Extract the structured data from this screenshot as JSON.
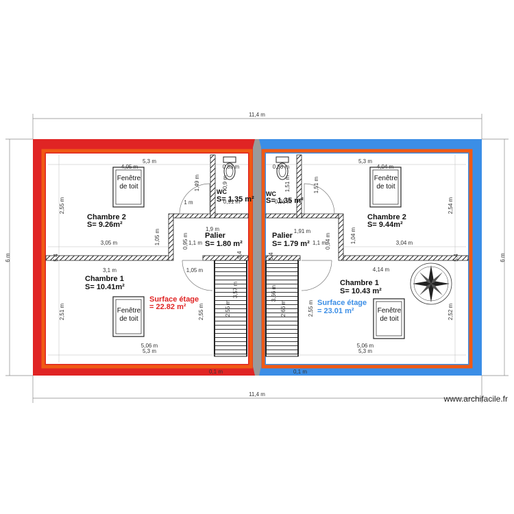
{
  "plan": {
    "overall_width_top": "11,4 m",
    "overall_width_bottom": "11,4 m",
    "overall_height_left": "6 m",
    "overall_height_right": "6 m",
    "wall_thickness_left": "0,1 m",
    "wall_thickness_right": "0,1 m",
    "colors": {
      "left_unit": "#e02424",
      "right_unit": "#3b8ee6",
      "outline": "#f05a14",
      "party_wall": "#9a9a9a"
    }
  },
  "left_unit": {
    "chambre2": {
      "name": "Chambre 2",
      "area": "S= 9.26m²"
    },
    "chambre1": {
      "name": "Chambre 1",
      "area": "S= 10.41m²"
    },
    "palier": {
      "name": "Palier",
      "area": "S= 1.80 m²"
    },
    "wc": {
      "name": "WC",
      "area": "S= 1.35 m²"
    },
    "surface_label": "Surface étage",
    "surface_value": "= 22.82 m²",
    "skylight_top": [
      "Fenêtre",
      "de toit"
    ],
    "skylight_bottom": [
      "Fenêtre",
      "de toit"
    ],
    "dims": {
      "top_total": "5,3 m",
      "top_ch2": "4,05 m",
      "wc_w": "0,83 m",
      "wc_h": "1,49 m",
      "wc_door": "0,91 m",
      "wc_depth": "0,9 m",
      "door_1m": "1 m",
      "ch2_h": "2,55 m",
      "ch2_w": "3,05 m",
      "palier_w": "1,9 m",
      "palier_h": "1,05 m",
      "palier_small_w": "1,1 m",
      "palier_small_h": "0,95 m",
      "ch1_w": "3,1 m",
      "stub": "5,4",
      "stub2": "5,4",
      "door_105": "1,05 m",
      "ch1_h": "2,51 m",
      "hall_h": "2,55 m",
      "stair_h": "2,55 m",
      "stair_len": "3,57 m",
      "bottom_inner": "5,06 m",
      "bottom_total": "5,3 m"
    }
  },
  "right_unit": {
    "chambre2": {
      "name": "Chambre 2",
      "area": "S= 9.44m²"
    },
    "chambre1": {
      "name": "Chambre 1",
      "area": "S= 10.43 m²"
    },
    "palier": {
      "name": "Palier",
      "area": "S= 1.79 m²"
    },
    "wc": {
      "name": "WC",
      "area": "S= 1.35 m²"
    },
    "surface_label": "Surface étage",
    "surface_value": "= 23.01 m²",
    "skylight_top": [
      "Fenêtre",
      "de toit"
    ],
    "skylight_bottom": [
      "Fenêtre",
      "de toit"
    ],
    "dims": {
      "top_total": "5,3 m",
      "top_ch2": "4,04 m",
      "wc_w": "0,83 m",
      "wc_h": "1,51 m",
      "wc_door": "0,91 m",
      "wc_depth": "1,51 m",
      "ch2_h": "2,54 m",
      "ch2_w": "3,04 m",
      "palier_w": "1,91 m",
      "palier_h": "1,04 m",
      "palier_small_w": "1,1 m",
      "palier_small_h": "0,94 m",
      "ch1_w": "4,14 m",
      "stub": "5,4",
      "stub2": "5,4",
      "ch1_h": "2,52 m",
      "hall_h": "2,55 m",
      "stair_h": "2,66 m",
      "stair_len": "3,66 m",
      "bottom_inner": "5,06 m",
      "bottom_total": "5,3 m"
    }
  },
  "watermark": "www.archifacile.fr"
}
